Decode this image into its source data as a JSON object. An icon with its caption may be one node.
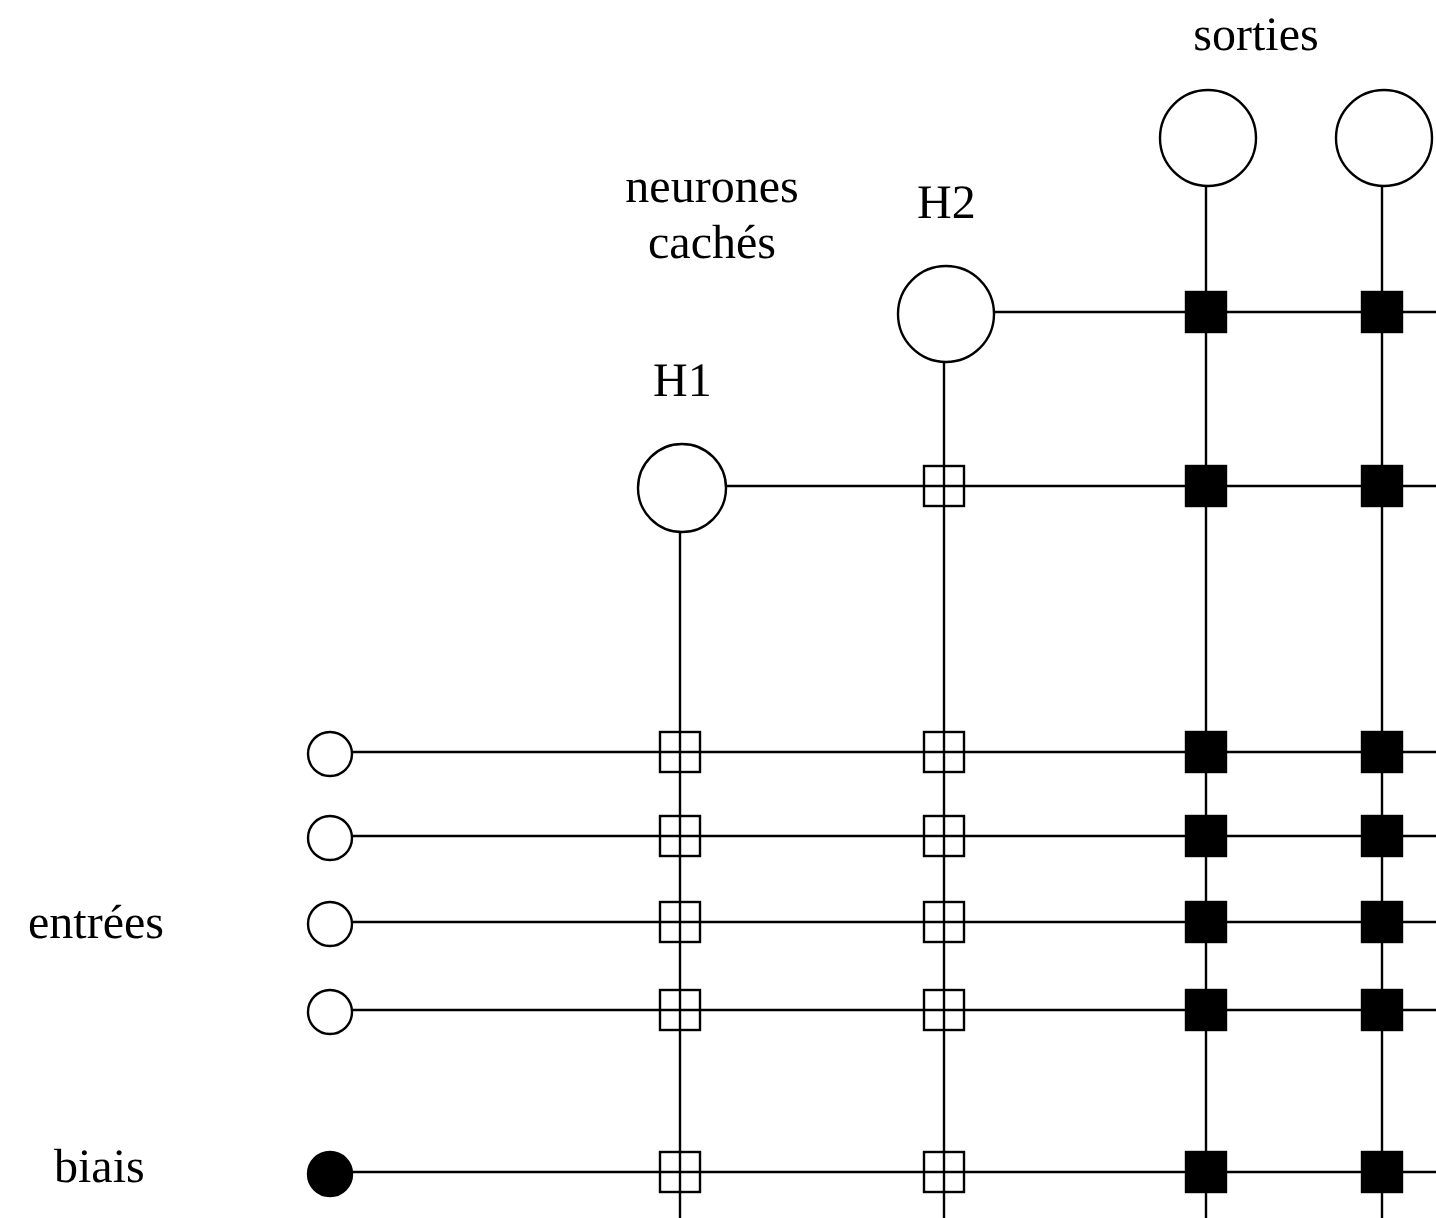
{
  "diagram": {
    "nodes": [
      {
        "text": [],
        "shape": "circle"
      },
      {
        "text": [],
        "shape": "circle"
      },
      {
        "text": [
          "H2"
        ]
      },
      {
        "text": [
          "H1"
        ]
      },
      {
        "text": [],
        "shape": "circle"
      },
      {
        "text": [],
        "shape": "circle"
      },
      {
        "text": [],
        "shape": "circle"
      },
      {
        "text": [],
        "shape": "circle"
      },
      {
        "text": [],
        "shape": "circle",
        "beside": [
          "biais"
        ]
      }
    ],
    "edges": [
      {
        "from": 0,
        "to": null,
        "arrow": "none"
      },
      {
        "from": 1,
        "to": null,
        "arrow": "none"
      },
      {
        "from": 2,
        "to": null,
        "arrow": "none"
      },
      {
        "from": 2,
        "to": null,
        "arrow": "none"
      },
      {
        "from": 3,
        "to": null,
        "arrow": "none"
      },
      {
        "from": 3,
        "to": null,
        "arrow": "none"
      },
      {
        "from": 4,
        "to": null,
        "arrow": "none"
      },
      {
        "from": 5,
        "to": null,
        "arrow": "none"
      },
      {
        "from": 6,
        "to": null,
        "arrow": "none"
      },
      {
        "from": 7,
        "to": null,
        "arrow": "none"
      },
      {
        "from": 8,
        "to": null,
        "arrow": "none"
      }
    ],
    "labels": [
      "sorties",
      "neurones cachés",
      "entrées"
    ]
  }
}
